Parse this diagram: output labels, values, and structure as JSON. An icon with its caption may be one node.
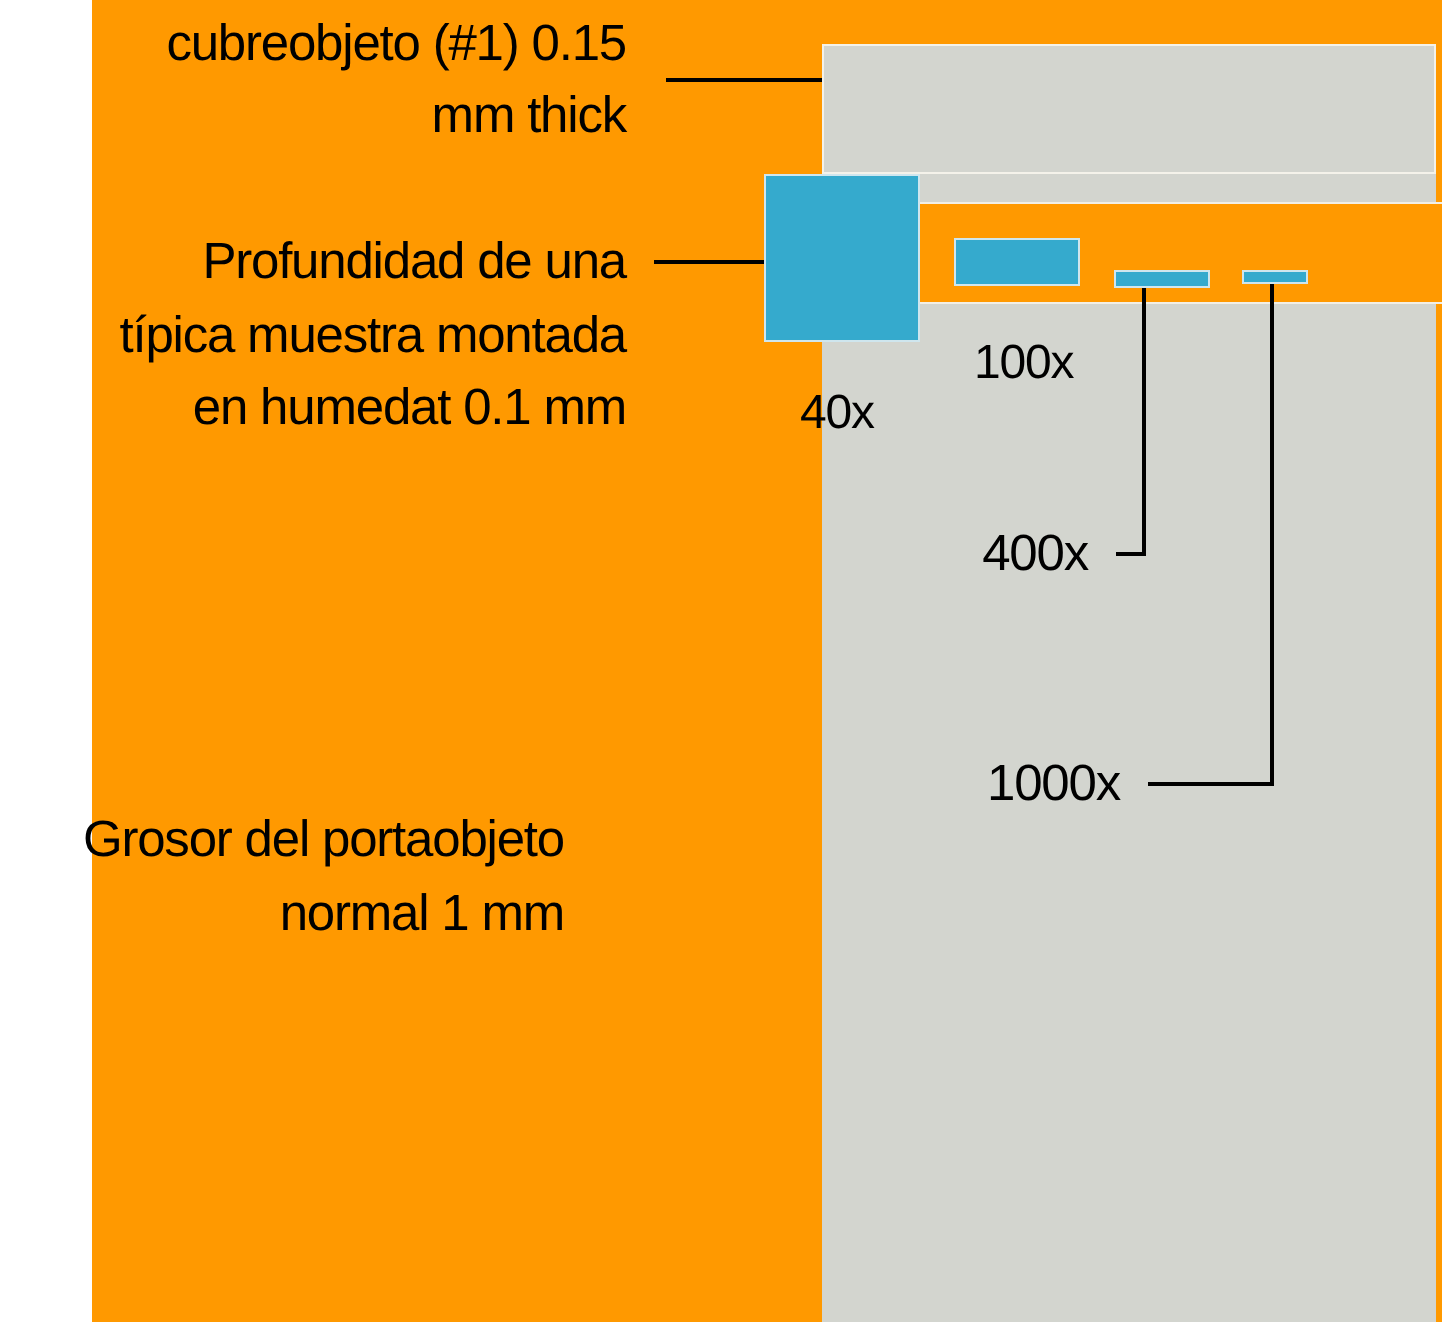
{
  "diagram": {
    "nodes": [
      {
        "text": [
          "cubreobjeto (#1) 0.15 mm thick"
        ]
      },
      {
        "text": [],
        "shape": "box"
      },
      {
        "text": [
          "Profundidad de una típica  muestra montada en humedat 0.1 mm"
        ]
      },
      {
        "text": [],
        "shape": "box",
        "beside": [
          "40x"
        ]
      },
      {
        "text": [],
        "shape": "box",
        "beside": [
          "100x"
        ]
      },
      {
        "text": [],
        "shape": "box"
      },
      {
        "text": [],
        "shape": "box"
      },
      {
        "text": [
          "400x"
        ]
      },
      {
        "text": [
          "1000x"
        ]
      }
    ],
    "edges": [
      {
        "from": 0,
        "to": 1,
        "arrow": "none"
      },
      {
        "from": 2,
        "to": 3,
        "arrow": "none"
      },
      {
        "from": 7,
        "to": 5,
        "arrow": "none"
      },
      {
        "from": 8,
        "to": 6,
        "arrow": "none"
      }
    ],
    "labels": [
      "Grosor del portaobjeto normal 1 mm"
    ]
  }
}
